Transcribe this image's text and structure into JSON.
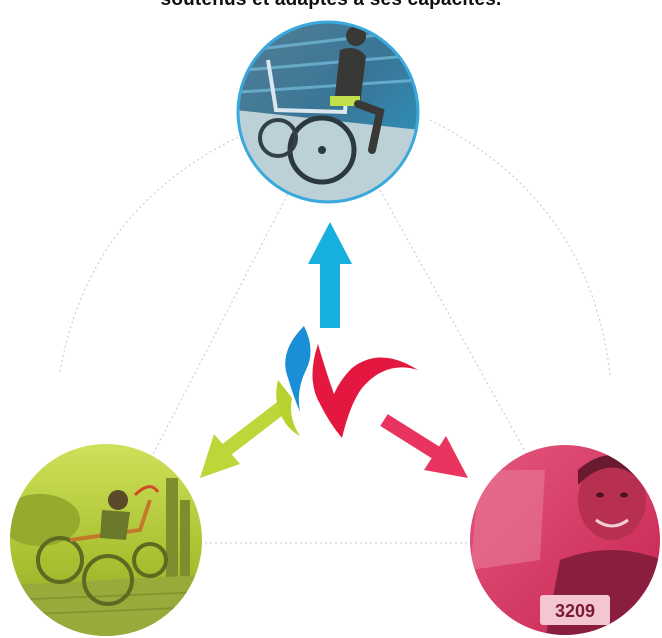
{
  "heading": {
    "text": "soutenus et adaptés à ses capacités."
  },
  "photos": {
    "top": {
      "label": "wheelchair-poolside-photo",
      "tint": "#2ea6d6"
    },
    "left": {
      "label": "handbike-child-photo",
      "tint": "#b8cc2a"
    },
    "right": {
      "label": "smiling-athlete-photo",
      "tint": "#d63260"
    }
  },
  "arrows": {
    "up": {
      "color": "#17b0dd"
    },
    "down_left": {
      "color": "#bdd63a"
    },
    "down_right": {
      "color": "#e8345e"
    }
  },
  "logo": {
    "blue": "#1a8fd8",
    "red": "#e3173f",
    "green": "#b7d12e"
  }
}
